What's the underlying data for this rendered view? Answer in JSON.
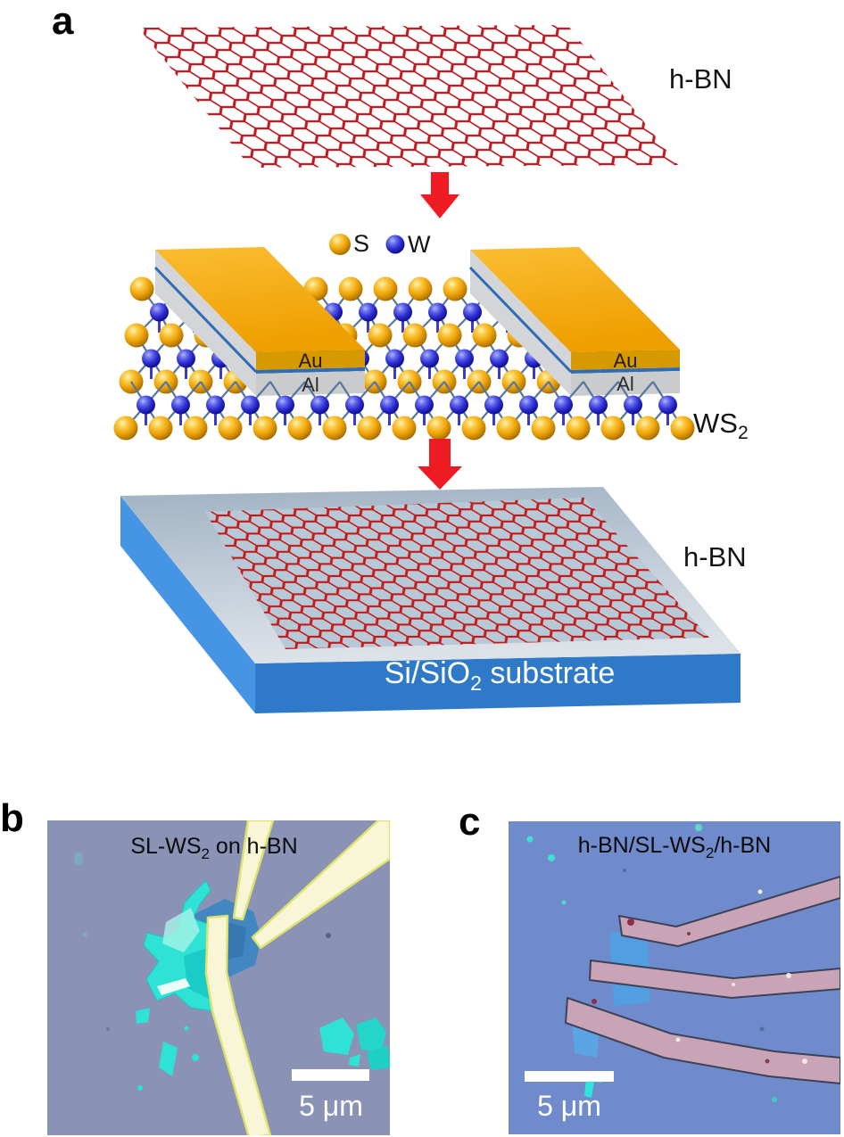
{
  "figure": {
    "panel_a": {
      "label": "a",
      "hbn_top_label": "h-BN",
      "legend": {
        "s": "S",
        "w": "W"
      },
      "electrode": {
        "au": "Au",
        "al": "Al"
      },
      "ws2": {
        "base": "WS",
        "sub": "2"
      },
      "hbn_bottom_label": "h-BN",
      "substrate": {
        "pre": "Si/SiO",
        "sub": "2",
        "post": " substrate"
      }
    },
    "panel_b": {
      "label": "b",
      "title": {
        "pre": "SL-WS",
        "sub": "2",
        "post": " on h-BN"
      },
      "scale_bar_label": "5 μm"
    },
    "panel_c": {
      "label": "c",
      "title": {
        "pre": "h-BN/SL-WS",
        "sub": "2",
        "post": "/h-BN"
      },
      "scale_bar_label": "5 μm"
    },
    "colors": {
      "arrow_red": "#ee1b22",
      "hbn_lattice_red": "#c0181f",
      "sulfur_gold": "#efa50a",
      "tungsten_blue": "#2b2bd0",
      "gold_electrode": "#f2a900",
      "aluminum_gray": "#c9cbcd",
      "substrate_blue": "#2f7ac8",
      "panel_b_background": "#8a93b6",
      "panel_c_background": "#6f8bcc",
      "flake_cyan": "#2ee2d6",
      "electrode_cream": "#f8f6d6",
      "strip_pink": "#c9a4b6"
    }
  }
}
